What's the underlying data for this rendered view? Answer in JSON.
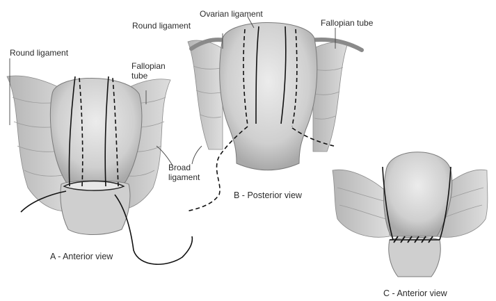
{
  "figure": {
    "labels": {
      "round_ligament_a": "Round ligament",
      "fallopian_tube_a": "Fallopian\ntube",
      "broad_ligament": "Broad\nligament",
      "round_ligament_b": "Round ligament",
      "ovarian_ligament": "Ovarian ligament",
      "fallopian_tube_b": "Fallopian tube"
    },
    "captions": {
      "a": "A - Anterior view",
      "b": "B - Posterior view",
      "c": "C - Anterior view"
    }
  }
}
